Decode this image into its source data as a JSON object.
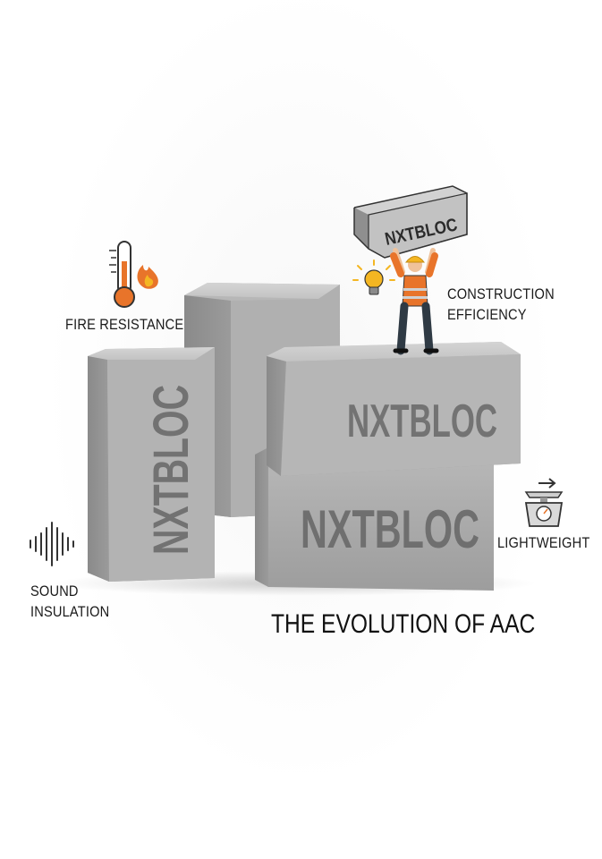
{
  "features": {
    "fire": "FIRE RESISTANCE",
    "construction_line1": "CONSTRUCTION",
    "construction_line2": "EFFICIENCY",
    "sound_line1": "SOUND",
    "sound_line2": "INSULATION",
    "lightweight": "LIGHTWEIGHT"
  },
  "brand": "NXTBLOC",
  "title": "THE EVOLUTION OF AAC",
  "colors": {
    "accent_orange": "#e8742a",
    "bulb_yellow": "#f4b622",
    "block_gray": "#a9a9a9",
    "text_dark": "#1a1a1a"
  },
  "icons": [
    "thermometer-icon",
    "flame-icon",
    "lightbulb-icon",
    "soundwave-icon",
    "scale-icon",
    "worker-figure"
  ]
}
